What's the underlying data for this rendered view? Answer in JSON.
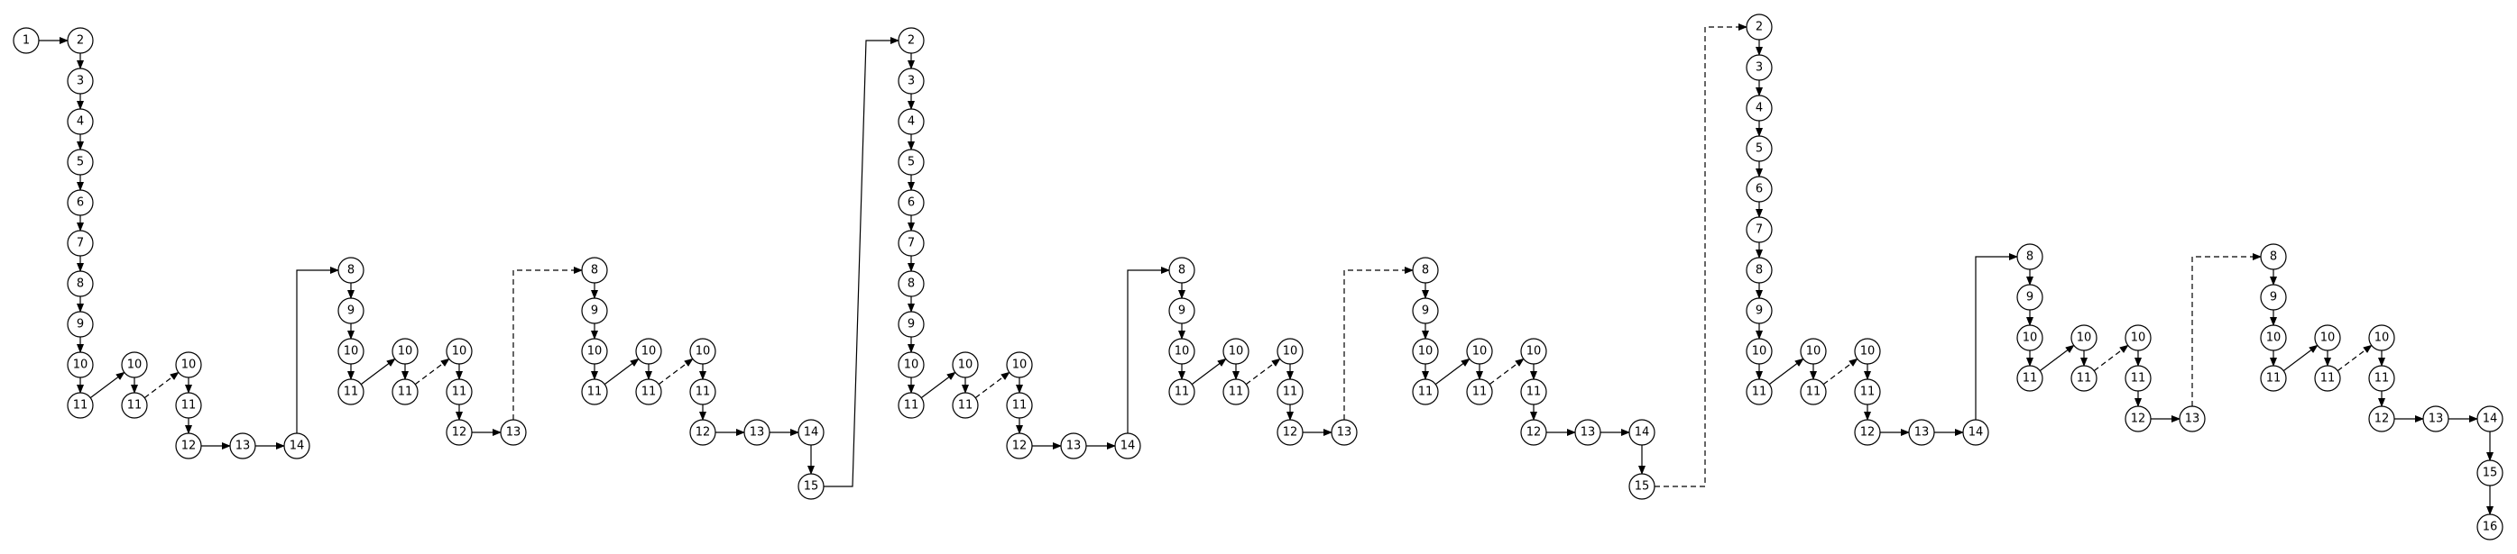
{
  "diagram": {
    "type": "control-flow-trace",
    "segments": [
      {
        "nodes": [
          "1",
          "2",
          "3",
          "4",
          "5",
          "6",
          "7",
          "8",
          "9",
          "10",
          "11",
          "10",
          "11",
          "10",
          "11",
          "12",
          "13",
          "14",
          "8",
          "9",
          "10",
          "11",
          "10",
          "11",
          "10",
          "11",
          "12",
          "13",
          "8",
          "9",
          "10",
          "11",
          "10",
          "11",
          "10",
          "11",
          "12",
          "13",
          "14",
          "15"
        ],
        "edges": [
          {
            "from": 0,
            "to": 1,
            "style": "solid"
          },
          {
            "from": 1,
            "to": 2,
            "style": "solid"
          },
          {
            "from": 2,
            "to": 3,
            "style": "solid"
          },
          {
            "from": 3,
            "to": 4,
            "style": "solid"
          },
          {
            "from": 4,
            "to": 5,
            "style": "solid"
          },
          {
            "from": 5,
            "to": 6,
            "style": "solid"
          },
          {
            "from": 6,
            "to": 7,
            "style": "solid"
          },
          {
            "from": 7,
            "to": 8,
            "style": "solid"
          },
          {
            "from": 8,
            "to": 9,
            "style": "solid"
          },
          {
            "from": 9,
            "to": 10,
            "style": "solid"
          },
          {
            "from": 10,
            "to": 11,
            "style": "solid"
          },
          {
            "from": 11,
            "to": 12,
            "style": "solid"
          },
          {
            "from": 12,
            "to": 13,
            "style": "dashed"
          },
          {
            "from": 13,
            "to": 14,
            "style": "solid"
          },
          {
            "from": 14,
            "to": 15,
            "style": "solid"
          },
          {
            "from": 15,
            "to": 16,
            "style": "solid"
          },
          {
            "from": 16,
            "to": 17,
            "style": "solid"
          },
          {
            "from": 17,
            "to": 18,
            "style": "solid"
          },
          {
            "from": 18,
            "to": 19,
            "style": "solid"
          },
          {
            "from": 19,
            "to": 20,
            "style": "solid"
          },
          {
            "from": 20,
            "to": 21,
            "style": "solid"
          },
          {
            "from": 21,
            "to": 22,
            "style": "solid"
          },
          {
            "from": 22,
            "to": 23,
            "style": "solid"
          },
          {
            "from": 23,
            "to": 24,
            "style": "dashed"
          },
          {
            "from": 24,
            "to": 25,
            "style": "solid"
          },
          {
            "from": 25,
            "to": 26,
            "style": "solid"
          },
          {
            "from": 26,
            "to": 27,
            "style": "solid"
          },
          {
            "from": 27,
            "to": 28,
            "style": "dashed"
          },
          {
            "from": 28,
            "to": 29,
            "style": "solid"
          },
          {
            "from": 29,
            "to": 30,
            "style": "solid"
          },
          {
            "from": 30,
            "to": 31,
            "style": "solid"
          },
          {
            "from": 31,
            "to": 32,
            "style": "solid"
          },
          {
            "from": 32,
            "to": 33,
            "style": "solid"
          },
          {
            "from": 33,
            "to": 34,
            "style": "dashed"
          },
          {
            "from": 34,
            "to": 35,
            "style": "solid"
          },
          {
            "from": 35,
            "to": 36,
            "style": "solid"
          },
          {
            "from": 36,
            "to": 37,
            "style": "solid"
          },
          {
            "from": 37,
            "to": 38,
            "style": "solid"
          },
          {
            "from": 38,
            "to": 39,
            "style": "solid"
          }
        ]
      },
      {
        "nodes": [
          "2",
          "3",
          "4",
          "5",
          "6",
          "7",
          "8",
          "9",
          "10",
          "11",
          "10",
          "11",
          "10",
          "11",
          "12",
          "13",
          "14",
          "8",
          "9",
          "10",
          "11",
          "10",
          "11",
          "10",
          "11",
          "12",
          "13",
          "8",
          "9",
          "10",
          "11",
          "10",
          "11",
          "10",
          "11",
          "12",
          "13",
          "14",
          "15"
        ],
        "edges": []
      },
      {
        "nodes": [
          "2",
          "3",
          "4",
          "5",
          "6",
          "7",
          "8",
          "9",
          "10",
          "11",
          "10",
          "11",
          "10",
          "11",
          "12",
          "13",
          "14",
          "8",
          "9",
          "10",
          "11",
          "10",
          "11",
          "10",
          "11",
          "12",
          "13",
          "8",
          "9",
          "10",
          "11",
          "10",
          "11",
          "10",
          "11",
          "12",
          "13",
          "14",
          "15",
          "16"
        ],
        "edges": []
      }
    ],
    "connectors": [
      {
        "from_segment": 0,
        "to_segment": 1,
        "style": "solid"
      },
      {
        "from_segment": 1,
        "to_segment": 2,
        "style": "dashed"
      }
    ]
  }
}
